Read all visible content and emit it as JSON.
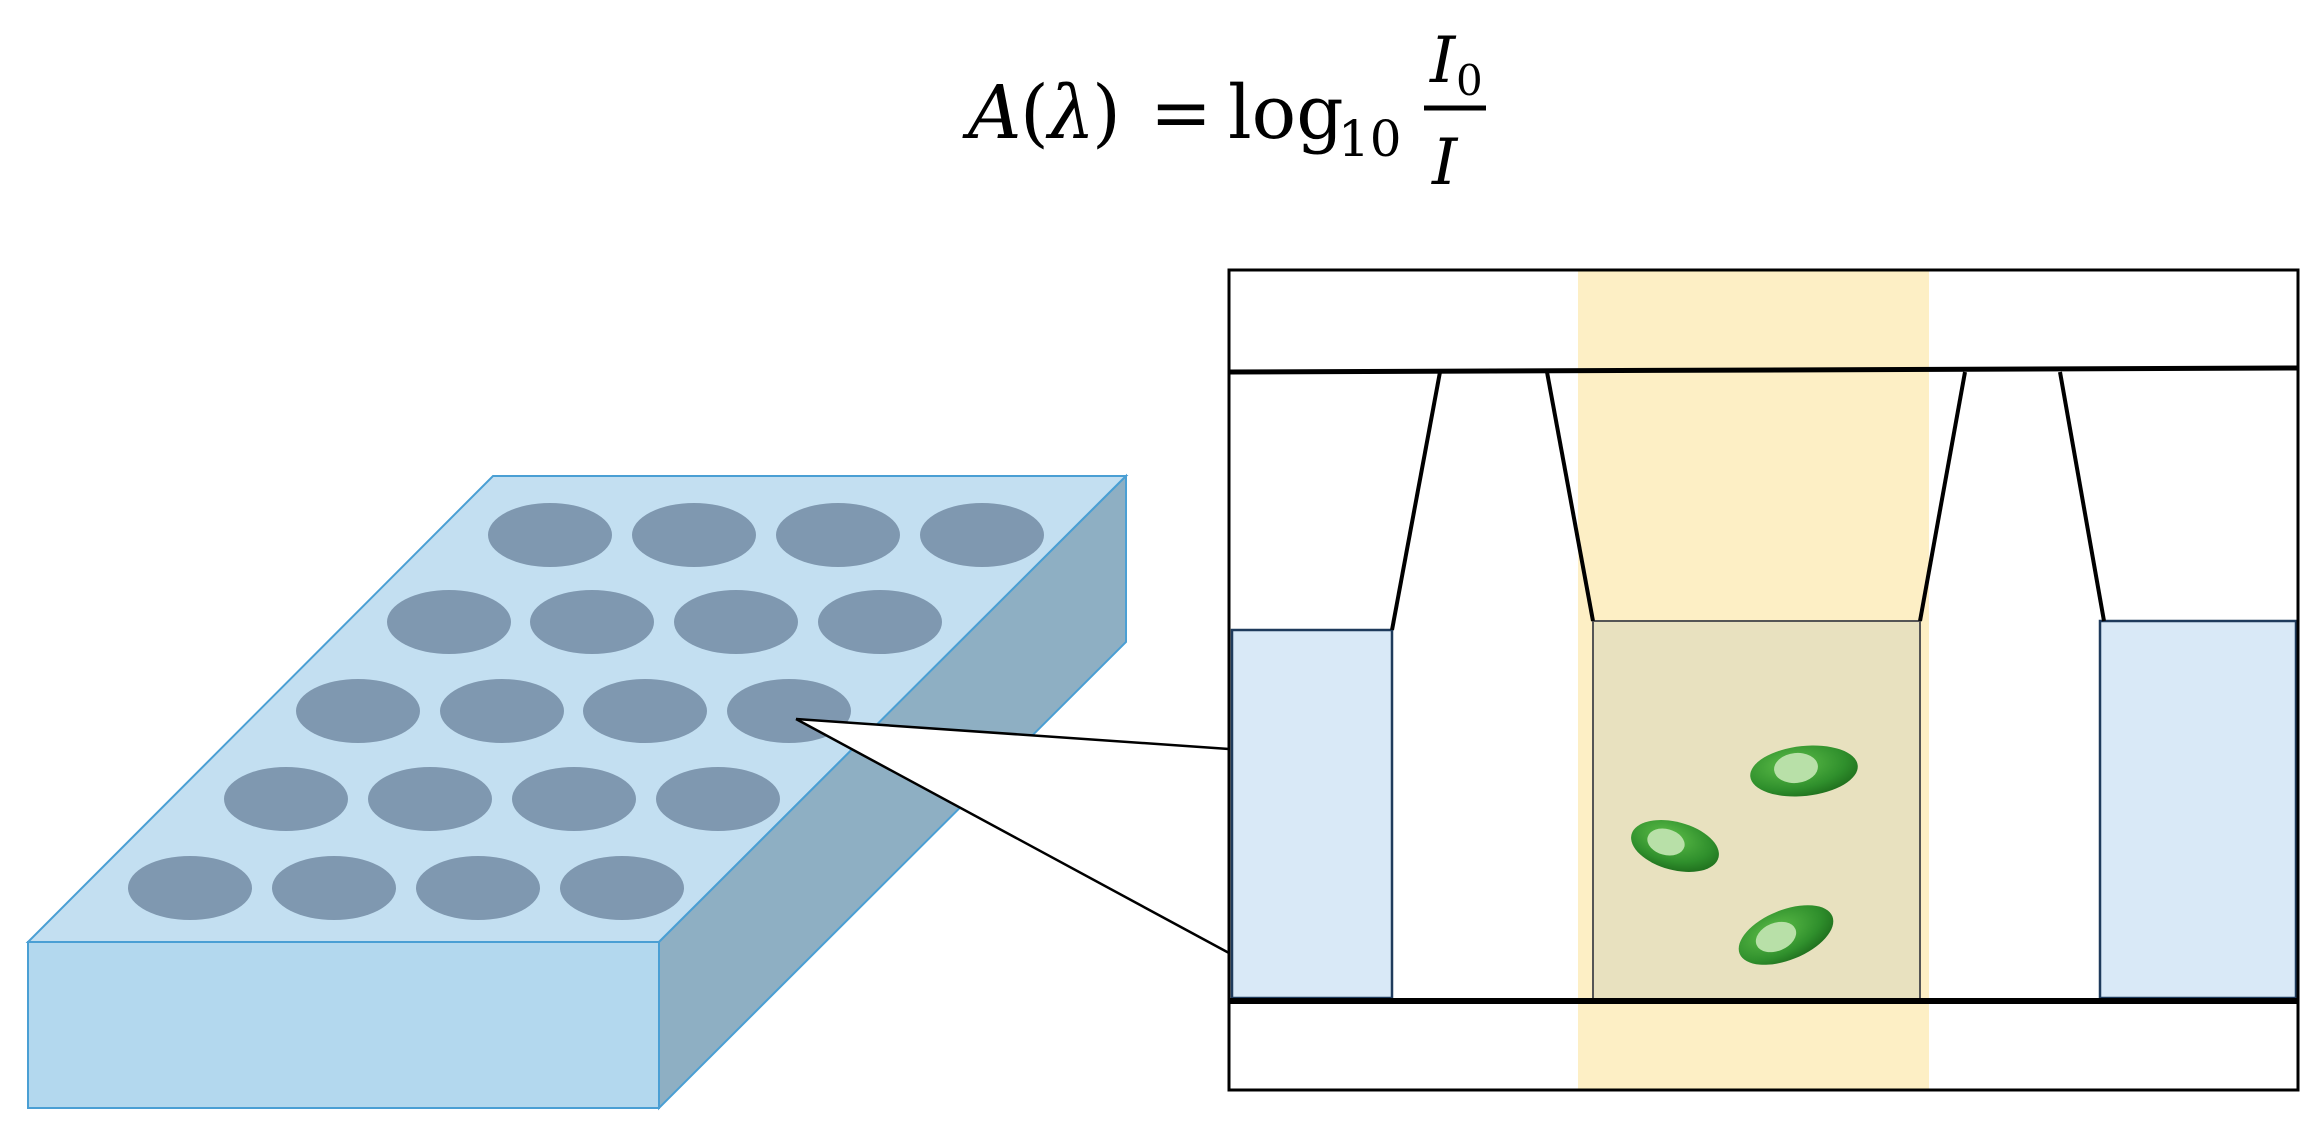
{
  "equation": {
    "lhs_var": "A",
    "lhs_open": "(",
    "lhs_arg": "λ",
    "lhs_close": ")",
    "equals": "=",
    "log": "log",
    "log_base": "10",
    "numerator_var": "I",
    "numerator_sub": "0",
    "denominator": "I"
  },
  "microplate": {
    "rows": 5,
    "wells_per_row": 4,
    "highlighted_well": {
      "row": 3,
      "column": 4
    }
  },
  "cross_section": {
    "light_beam": "vertical beam through the central well",
    "cells": 3
  },
  "colors": {
    "plate_top": "#c3dff1",
    "plate_front": "#b3d8ee",
    "plate_side": "#8eafc3",
    "plate_edge": "#4a9fd4",
    "well": "#7f98b0",
    "light_beam": "#fdefc5",
    "well_fill": "#e8e1bf",
    "side_well": "#d9e9f7",
    "cell_green": "#2f8f2c",
    "cell_nucleus": "#b8e0a8"
  }
}
